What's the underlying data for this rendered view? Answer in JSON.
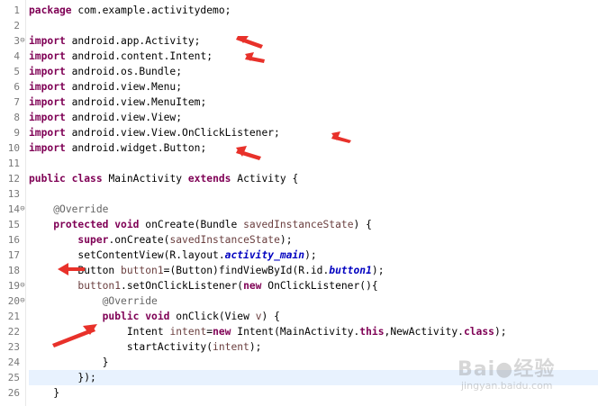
{
  "editor": {
    "lines": [
      {
        "n": "1",
        "fold": "",
        "hl": false,
        "tokens": [
          {
            "t": "package",
            "c": "kw"
          },
          {
            "t": " com.example.activitydemo;",
            "c": "plain"
          }
        ]
      },
      {
        "n": "2",
        "fold": "",
        "hl": false,
        "tokens": []
      },
      {
        "n": "3",
        "fold": "⊖",
        "hl": false,
        "tokens": [
          {
            "t": "import",
            "c": "kw"
          },
          {
            "t": " android.app.Activity;",
            "c": "plain"
          }
        ]
      },
      {
        "n": "4",
        "fold": "",
        "hl": false,
        "tokens": [
          {
            "t": "import",
            "c": "kw"
          },
          {
            "t": " android.content.Intent;",
            "c": "plain"
          }
        ]
      },
      {
        "n": "5",
        "fold": "",
        "hl": false,
        "tokens": [
          {
            "t": "import",
            "c": "kw"
          },
          {
            "t": " android.os.Bundle;",
            "c": "plain"
          }
        ]
      },
      {
        "n": "6",
        "fold": "",
        "hl": false,
        "tokens": [
          {
            "t": "import",
            "c": "kw"
          },
          {
            "t": " android.view.Menu;",
            "c": "plain"
          }
        ]
      },
      {
        "n": "7",
        "fold": "",
        "hl": false,
        "tokens": [
          {
            "t": "import",
            "c": "kw"
          },
          {
            "t": " android.view.MenuItem;",
            "c": "plain"
          }
        ]
      },
      {
        "n": "8",
        "fold": "",
        "hl": false,
        "tokens": [
          {
            "t": "import",
            "c": "kw"
          },
          {
            "t": " android.view.View;",
            "c": "plain"
          }
        ]
      },
      {
        "n": "9",
        "fold": "",
        "hl": false,
        "tokens": [
          {
            "t": "import",
            "c": "kw"
          },
          {
            "t": " android.view.View.OnClickListener;",
            "c": "plain"
          }
        ]
      },
      {
        "n": "10",
        "fold": "",
        "hl": false,
        "tokens": [
          {
            "t": "import",
            "c": "kw"
          },
          {
            "t": " android.widget.Button;",
            "c": "plain"
          }
        ]
      },
      {
        "n": "11",
        "fold": "",
        "hl": false,
        "tokens": []
      },
      {
        "n": "12",
        "fold": "",
        "hl": false,
        "tokens": [
          {
            "t": "public",
            "c": "kw"
          },
          {
            "t": " ",
            "c": "plain"
          },
          {
            "t": "class",
            "c": "kw"
          },
          {
            "t": " MainActivity ",
            "c": "plain"
          },
          {
            "t": "extends",
            "c": "kw"
          },
          {
            "t": " Activity {",
            "c": "plain"
          }
        ]
      },
      {
        "n": "13",
        "fold": "",
        "hl": false,
        "tokens": []
      },
      {
        "n": "14",
        "fold": "⊖",
        "hl": false,
        "tokens": [
          {
            "t": "    ",
            "c": "plain"
          },
          {
            "t": "@Override",
            "c": "ann"
          }
        ]
      },
      {
        "n": "15",
        "fold": "",
        "hl": false,
        "tokens": [
          {
            "t": "    ",
            "c": "plain"
          },
          {
            "t": "protected",
            "c": "kw"
          },
          {
            "t": " ",
            "c": "plain"
          },
          {
            "t": "void",
            "c": "kw"
          },
          {
            "t": " onCreate(Bundle ",
            "c": "plain"
          },
          {
            "t": "savedInstanceState",
            "c": "var"
          },
          {
            "t": ") {",
            "c": "plain"
          }
        ]
      },
      {
        "n": "16",
        "fold": "",
        "hl": false,
        "tokens": [
          {
            "t": "        ",
            "c": "plain"
          },
          {
            "t": "super",
            "c": "kw"
          },
          {
            "t": ".onCreate(",
            "c": "plain"
          },
          {
            "t": "savedInstanceState",
            "c": "var"
          },
          {
            "t": ");",
            "c": "plain"
          }
        ]
      },
      {
        "n": "17",
        "fold": "",
        "hl": false,
        "tokens": [
          {
            "t": "        setContentView(R.layout.",
            "c": "plain"
          },
          {
            "t": "activity_main",
            "c": "field"
          },
          {
            "t": ");",
            "c": "plain"
          }
        ]
      },
      {
        "n": "18",
        "fold": "",
        "hl": false,
        "tokens": [
          {
            "t": "        Button ",
            "c": "plain"
          },
          {
            "t": "button1",
            "c": "var"
          },
          {
            "t": "=(Button)findViewById(R.id.",
            "c": "plain"
          },
          {
            "t": "button1",
            "c": "field"
          },
          {
            "t": ");",
            "c": "plain"
          }
        ]
      },
      {
        "n": "19",
        "fold": "⊖",
        "hl": false,
        "tokens": [
          {
            "t": "        ",
            "c": "plain"
          },
          {
            "t": "button1",
            "c": "var"
          },
          {
            "t": ".setOnClickListener(",
            "c": "plain"
          },
          {
            "t": "new",
            "c": "kw"
          },
          {
            "t": " OnClickListener(){",
            "c": "plain"
          }
        ]
      },
      {
        "n": "20",
        "fold": "⊖",
        "hl": false,
        "tokens": [
          {
            "t": "            ",
            "c": "plain"
          },
          {
            "t": "@Override",
            "c": "ann"
          }
        ]
      },
      {
        "n": "21",
        "fold": "",
        "hl": false,
        "tokens": [
          {
            "t": "            ",
            "c": "plain"
          },
          {
            "t": "public",
            "c": "kw"
          },
          {
            "t": " ",
            "c": "plain"
          },
          {
            "t": "void",
            "c": "kw"
          },
          {
            "t": " onClick(View ",
            "c": "plain"
          },
          {
            "t": "v",
            "c": "var"
          },
          {
            "t": ") {",
            "c": "plain"
          }
        ]
      },
      {
        "n": "22",
        "fold": "",
        "hl": false,
        "tokens": [
          {
            "t": "                Intent ",
            "c": "plain"
          },
          {
            "t": "intent",
            "c": "var"
          },
          {
            "t": "=",
            "c": "plain"
          },
          {
            "t": "new",
            "c": "kw"
          },
          {
            "t": " Intent(MainActivity.",
            "c": "plain"
          },
          {
            "t": "this",
            "c": "kw"
          },
          {
            "t": ",NewActivity.",
            "c": "plain"
          },
          {
            "t": "class",
            "c": "kw"
          },
          {
            "t": ");",
            "c": "plain"
          }
        ]
      },
      {
        "n": "23",
        "fold": "",
        "hl": false,
        "tokens": [
          {
            "t": "                startActivity(",
            "c": "plain"
          },
          {
            "t": "intent",
            "c": "var"
          },
          {
            "t": ");",
            "c": "plain"
          }
        ]
      },
      {
        "n": "24",
        "fold": "",
        "hl": false,
        "tokens": [
          {
            "t": "            }",
            "c": "plain"
          }
        ]
      },
      {
        "n": "25",
        "fold": "",
        "hl": true,
        "tokens": [
          {
            "t": "        });",
            "c": "plain"
          }
        ]
      },
      {
        "n": "26",
        "fold": "",
        "hl": false,
        "tokens": [
          {
            "t": "    }",
            "c": "plain"
          }
        ]
      }
    ]
  },
  "watermark": {
    "main": "Bai●经验",
    "sub": "jingyan.baidu.com"
  },
  "colors": {
    "keyword": "#7f0055",
    "annotation": "#646464",
    "field": "#0000c0",
    "variable": "#6a3e3e",
    "highlight_line": "#e8f2fe",
    "arrow": "#e8312a"
  }
}
